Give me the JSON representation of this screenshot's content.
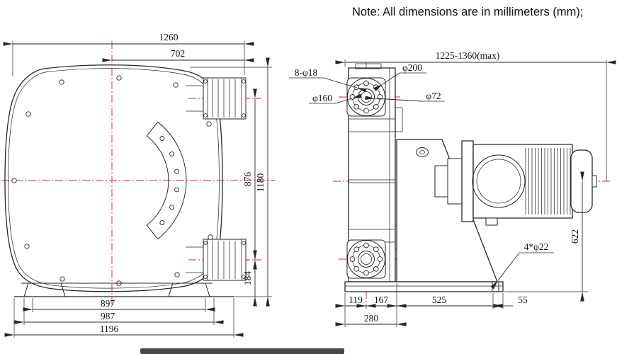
{
  "note": "Note: All dimensions are in millimeters (mm);",
  "front_view": {
    "dims": {
      "overall_width": "1260",
      "center_to_flange": "702",
      "flange_spacing": "876",
      "overall_height": "1180",
      "flange_to_base": "184",
      "feet_inner_span": "897",
      "feet_mid_span": "987",
      "base_overall": "1196"
    }
  },
  "side_view": {
    "dims": {
      "overall_length": "1225-1360(max)",
      "flange_bolts": "8-φ18",
      "flange_od": "φ200",
      "bolt_circle": "φ160",
      "bore": "φ72",
      "center_height": "622",
      "anchor_bolts": "4*φ22",
      "seg_119": "119",
      "seg_167": "167",
      "seg_525": "525",
      "seg_55": "55",
      "base_width": "280"
    }
  }
}
